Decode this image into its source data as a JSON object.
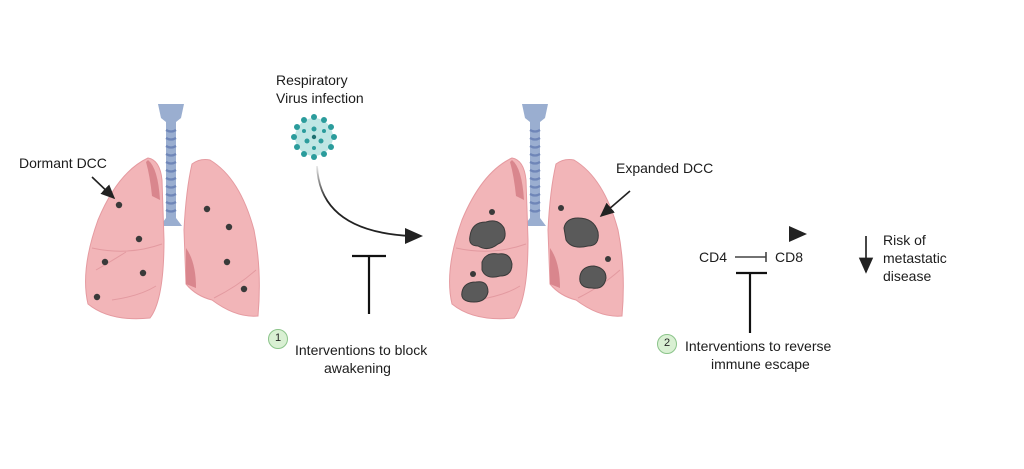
{
  "figure": {
    "labels": {
      "dormant_dcc": "Dormant DCC",
      "virus_line1": "Respiratory",
      "virus_line2": "Virus infection",
      "expanded_dcc": "Expanded DCC",
      "cd4": "CD4",
      "cd8": "CD8",
      "risk_line1": "Risk of",
      "risk_line2": "metastatic",
      "risk_line3": "disease"
    },
    "interventions": [
      {
        "number": "1",
        "line1": "Interventions to block",
        "line2": "awakening"
      },
      {
        "number": "2",
        "line1": "Interventions to reverse",
        "line2": "immune escape"
      }
    ],
    "colors": {
      "lung": "#f2b5b8",
      "lung_dark": "#d9868d",
      "trachea": "#9aaed0",
      "trachea_ring": "#6f86b8",
      "cell": "#3a3a3a",
      "tumor": "#5a5a5a",
      "virus": "#2b9c9c",
      "badge_fill": "#d9f0d3",
      "badge_border": "#8bc48a"
    }
  }
}
